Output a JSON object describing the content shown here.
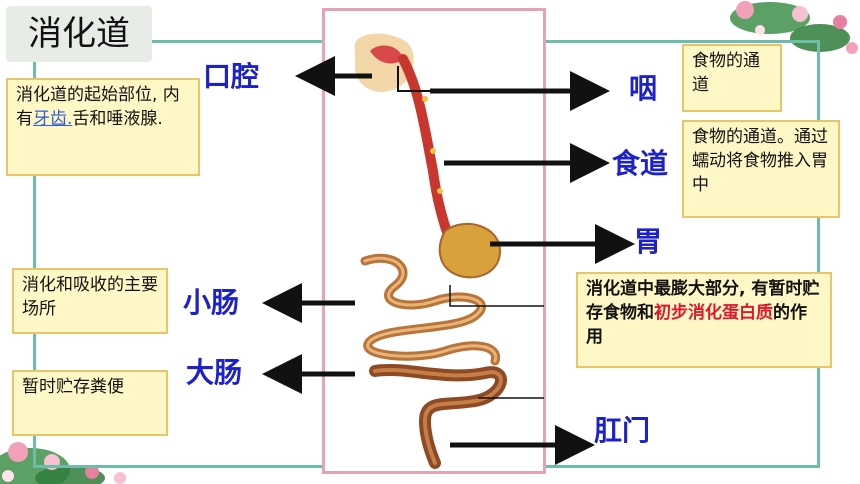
{
  "title": "消化道",
  "labels": {
    "mouth": "口腔",
    "pharynx": "咽",
    "esophagus": "食道",
    "stomach": "胃",
    "small_intestine": "小肠",
    "large_intestine": "大肠",
    "anus": "肛门"
  },
  "notes": {
    "mouth_pre": "消化道的起始部位, 内有",
    "mouth_link": "牙齿.",
    "mouth_post": "舌和唾液腺.",
    "pharynx": "食物的通道",
    "esophagus": "食物的通道。通过蠕动将食物推入胃中",
    "stomach_pre": "消化道中最膨大部分, 有暂时贮存食物和",
    "stomach_red": "初步消化蛋白质",
    "stomach_post": "的作用",
    "small_intestine": "消化和吸收的主要场所",
    "large_intestine": "暂时贮存粪便"
  },
  "colors": {
    "frame": "#6dbea9",
    "photo_border": "#e7a3b4",
    "label_blue": "#1d21c9",
    "note_bg": "#fff8c6",
    "highlight_red": "#e1152b"
  }
}
